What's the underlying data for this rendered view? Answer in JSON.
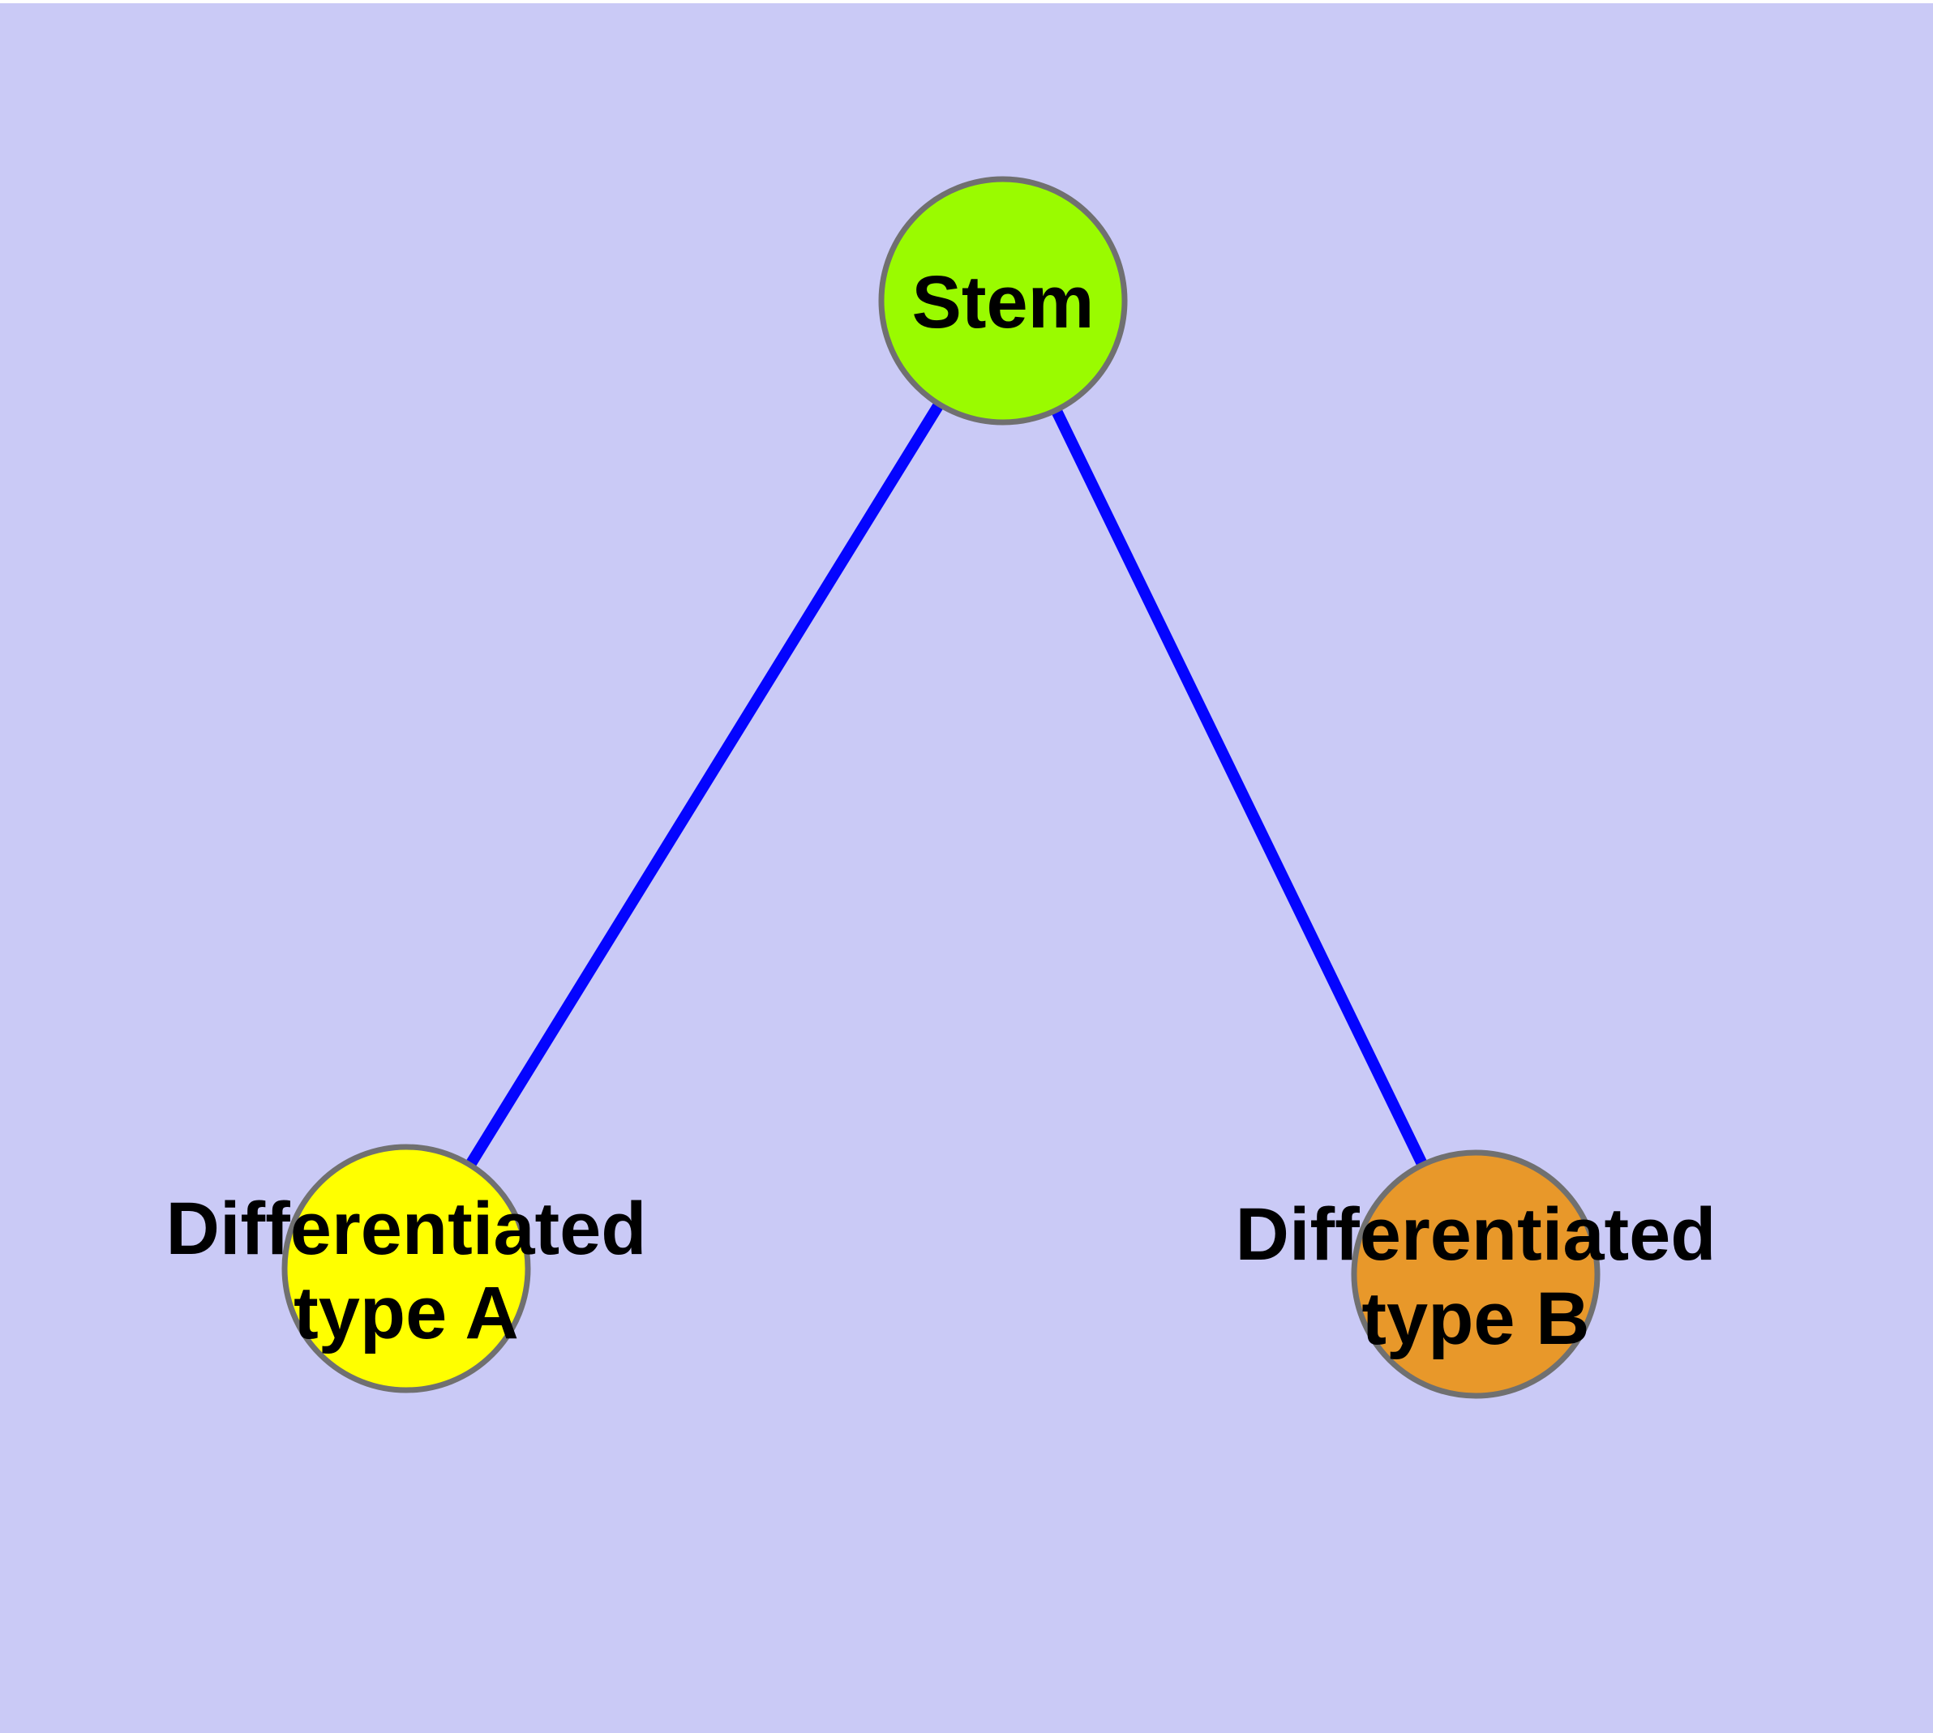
{
  "diagram": {
    "description": "Cell differentiation graph: one stem node with two differentiated daughter types",
    "background_color": "#CACAF6",
    "top_strip_color": "#FFFFFF",
    "edge_color": "#0404FF",
    "node_border_color": "#707070",
    "text_color": "#000000",
    "nodes": [
      {
        "id": "stem",
        "label": "Stem",
        "color": "#9AFB00"
      },
      {
        "id": "differentiated-type-a",
        "label": "Differentiated type A",
        "line1": "Differentiated",
        "line2": "type A",
        "color": "#FFFF00"
      },
      {
        "id": "differentiated-type-b",
        "label": "Differentiated type B",
        "line1": "Differentiated",
        "line2": "type B",
        "color": "#E8982A"
      }
    ],
    "edges": [
      {
        "from": "Stem",
        "to": "Differentiated type A"
      },
      {
        "from": "Stem",
        "to": "Differentiated type B"
      }
    ]
  }
}
